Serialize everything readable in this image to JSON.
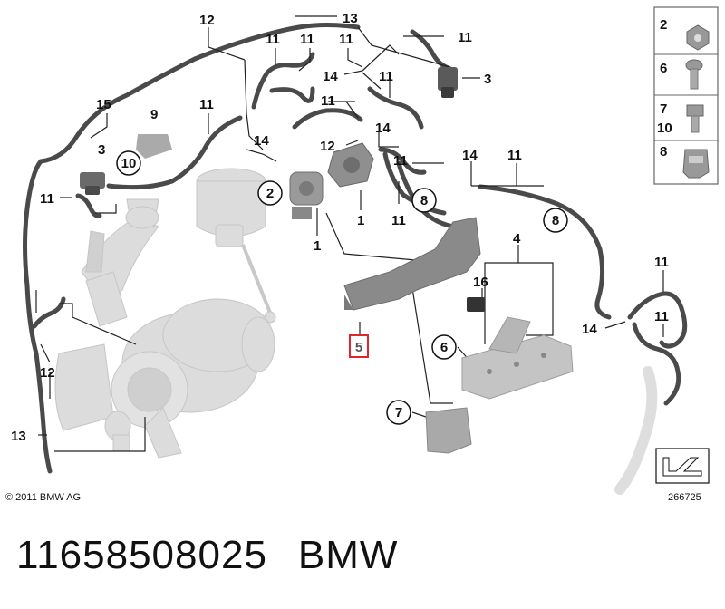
{
  "callouts": {
    "c12_top": "12",
    "c13_top": "13",
    "c11_a": "11",
    "c11_b": "11",
    "c11_c": "11",
    "c14_a": "14",
    "c11_d": "11",
    "c3_right": "3",
    "c15": "15",
    "c9": "9",
    "c11_e": "11",
    "c11_f": "11",
    "c14_b": "14",
    "c14_c": "14",
    "c12_mid": "12",
    "c3_left": "3",
    "c10_circle": "10",
    "c11_left": "11",
    "c2_circle": "2",
    "c1_a": "1",
    "c1_b": "1",
    "c11_g": "11",
    "c8_circle_a": "8",
    "c11_h": "11",
    "c14_d": "14",
    "c11_i": "11",
    "c8_circle_b": "8",
    "c4": "4",
    "c16": "16",
    "c5_highlight": "5",
    "c6_circle": "6",
    "c7_circle": "7",
    "c11_j": "11",
    "c11_k": "11",
    "c14_e": "14",
    "c12_left": "12",
    "c13_left": "13"
  },
  "legend_box": {
    "items": [
      {
        "label": "2",
        "icon": "nut-icon"
      },
      {
        "label": "6",
        "icon": "bolt-icon"
      },
      {
        "label": "7",
        "icon": "hex-bolt-icon"
      },
      {
        "label": "10",
        "icon": "hex-bolt-icon"
      },
      {
        "label": "8",
        "icon": "clip-nut-icon"
      }
    ]
  },
  "copyright": "© 2011 BMW AG",
  "diagram_id": "266725",
  "caption": {
    "part_number": "11658508025",
    "brand": "BMW"
  },
  "colors": {
    "hose": "#4a4a4a",
    "part_gray": "#9a9a9a",
    "ghost_gray": "#d9d9d9",
    "highlight_red": "#e0262c"
  }
}
